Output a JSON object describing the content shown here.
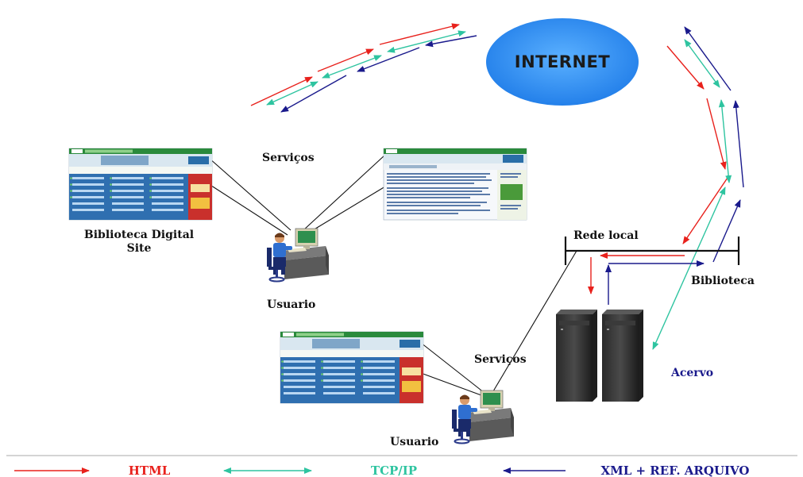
{
  "labels": {
    "internet": "INTERNET",
    "servicos_top": "Serviços",
    "biblioteca_digital_line1": "Biblioteca Digital",
    "biblioteca_digital_line2": "Site",
    "usuario_top": "Usuario",
    "rede_local": "Rede local",
    "biblioteca": "Biblioteca",
    "servicos_bottom": "Serviços",
    "acervo": "Acervo",
    "usuario_bottom": "Usuario"
  },
  "legend": [
    {
      "label": "HTML",
      "color": "#e8211c",
      "arrow": "right"
    },
    {
      "label": "TCP/IP",
      "color": "#2ec4a0",
      "arrow": "both"
    },
    {
      "label": "XML + REF. ARQUIVO",
      "color": "#1a1a8c",
      "arrow": "left"
    }
  ],
  "colors": {
    "html": "#e8211c",
    "tcpip": "#2ec4a0",
    "xml": "#1a1a8c",
    "internet_fill": "#2f8ff0",
    "screen_green": "#3a9a50",
    "screen_blue": "#2f6fb0"
  },
  "icons": [
    "user-at-computer-icon",
    "server-icon",
    "website-screenshot-icon",
    "internet-cloud-icon"
  ]
}
